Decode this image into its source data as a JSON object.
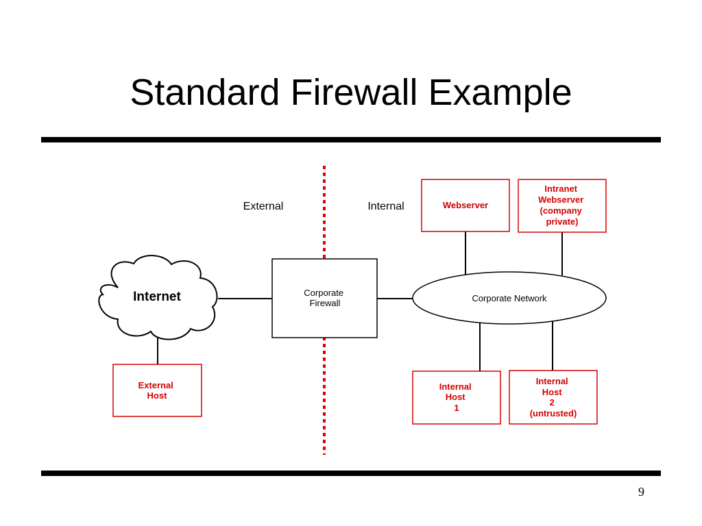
{
  "slide": {
    "title": "Standard Firewall Example",
    "page_number": "9"
  },
  "zones": {
    "external_label": "External",
    "internal_label": "Internal"
  },
  "nodes": {
    "internet": "Internet",
    "firewall": [
      "Corporate",
      "Firewall"
    ],
    "corporate_network": "Corporate Network",
    "external_host": [
      "External",
      "Host"
    ],
    "webserver": "Webserver",
    "intranet_webserver": [
      "Intranet",
      "Webserver",
      "(company",
      "private)"
    ],
    "internal_host_1": [
      "Internal",
      "Host",
      "1"
    ],
    "internal_host_2": [
      "Internal",
      "Host",
      "2",
      "(untrusted)"
    ]
  },
  "colors": {
    "boundary_dashed_line": "#e00000",
    "red_text": "#d40000",
    "stroke": "#000000"
  }
}
